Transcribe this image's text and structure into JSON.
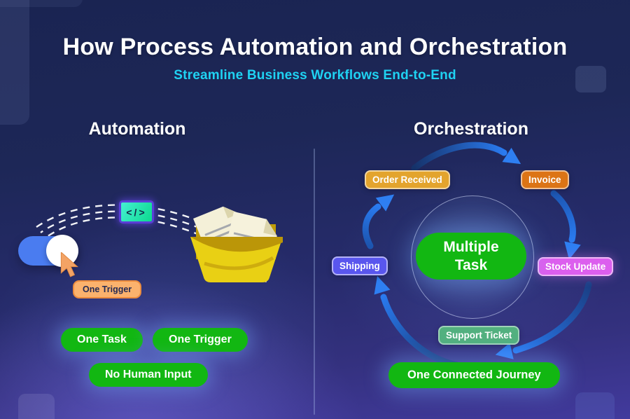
{
  "header": {
    "title": "How Process Automation and Orchestration",
    "subtitle": "Streamline Business Workflows End-to-End"
  },
  "automation": {
    "heading": "Automation",
    "code_icon": "</>",
    "trigger_tag": "One Trigger",
    "pills": [
      "One Task",
      "One Trigger",
      "No Human Input"
    ]
  },
  "orchestration": {
    "heading": "Orchestration",
    "center_line1": "Multiple",
    "center_line2": "Task",
    "journey_pill": "One Connected Journey",
    "badges": [
      {
        "label": "Order Received",
        "color": "#e3a42d"
      },
      {
        "label": "Invoice",
        "color": "#dc7416"
      },
      {
        "label": "Stock Update",
        "color": "#dc5fee"
      },
      {
        "label": "Shipping",
        "color": "#5956ee"
      },
      {
        "label": "Support Ticket",
        "color": "#52b07f"
      }
    ]
  },
  "colors": {
    "subtitle_cyan": "#1fd2f2",
    "pill_green": "#12b712",
    "arrow_blue": "#2e7ff2",
    "toggle_blue": "#4a7cf0",
    "folder_yellow": "#e9d014",
    "code_teal": "#18e0a4",
    "tag_peach": "#fbb26d"
  }
}
